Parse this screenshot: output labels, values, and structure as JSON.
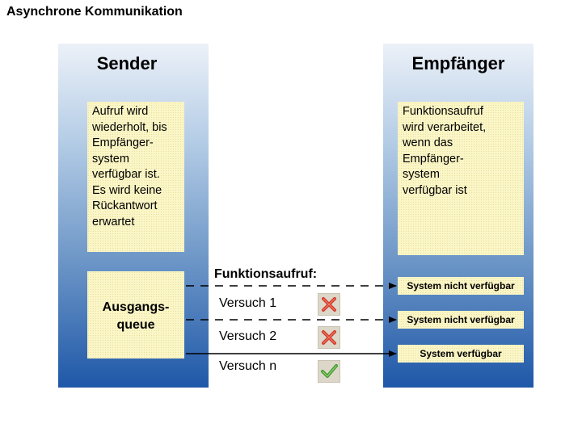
{
  "title": "Asynchrone Kommunikation",
  "sender": {
    "heading": "Sender",
    "note": [
      "Aufruf wird",
      "wiederholt, bis",
      "Empfänger-",
      "system",
      "verfügbar ist.",
      "Es wird keine",
      "Rückantwort",
      "erwartet"
    ],
    "queue": [
      "Ausgangs-",
      "queue"
    ]
  },
  "receiver": {
    "heading": "Empfänger",
    "note": [
      "Funktionsaufruf",
      "wird verarbeitet,",
      "wenn das",
      "Empfänger-",
      "system",
      "verfügbar ist"
    ],
    "statuses": [
      "System nicht verfügbar",
      "System nicht verfügbar",
      "System verfügbar"
    ]
  },
  "call_label": "Funktionsaufruf:",
  "attempts": [
    {
      "label": "Versuch 1",
      "icon": "cross-icon",
      "result": "failed"
    },
    {
      "label": "Versuch 2",
      "icon": "cross-icon",
      "result": "failed"
    },
    {
      "label": "Versuch n",
      "icon": "check-icon",
      "result": "success"
    }
  ],
  "colors": {
    "column_top": "#ecf1f8",
    "column_bottom": "#1f58a8",
    "note_fill": "#fbf6c7",
    "cross": "#d23a2a",
    "check": "#3e9b2e"
  }
}
